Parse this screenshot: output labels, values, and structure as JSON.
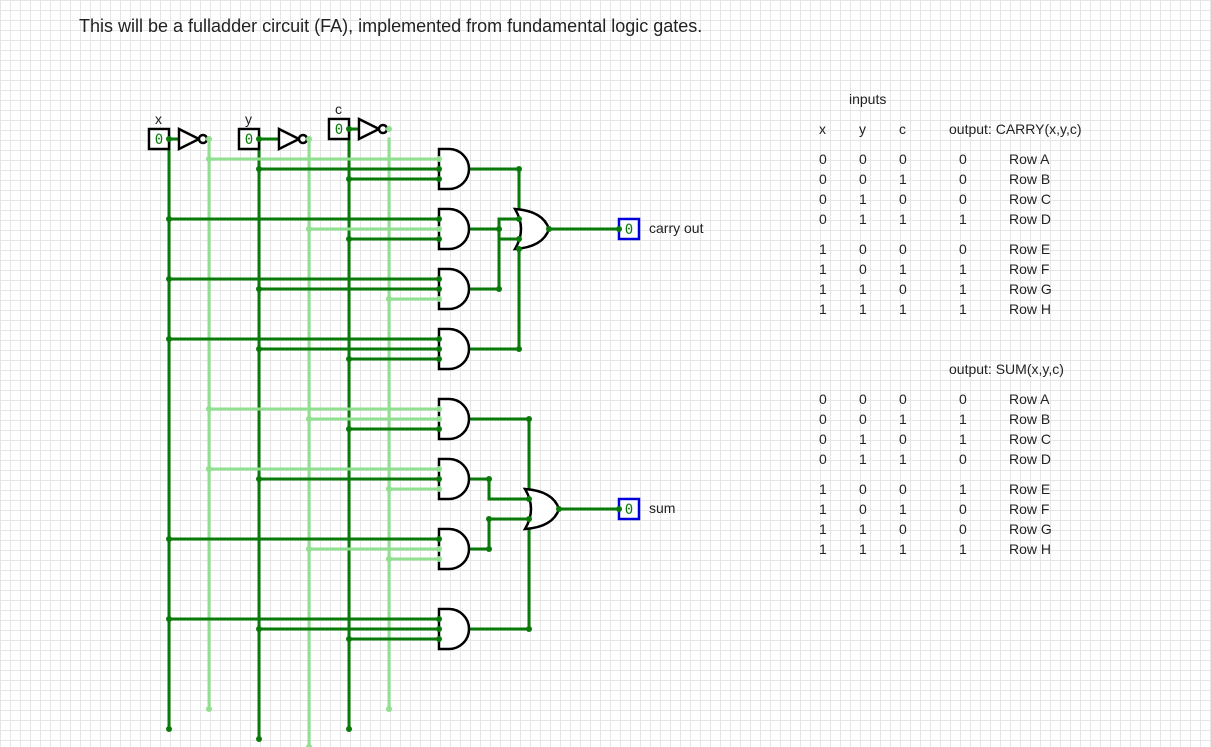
{
  "heading": "This will be a fulladder circuit (FA), implemented from fundamental logic gates.",
  "colors": {
    "wire_on": "#0a7a0a",
    "wire_off": "#90e090",
    "gate": "#000000",
    "output_box": "#0000dd"
  },
  "inputs": [
    {
      "name": "x",
      "value": "0"
    },
    {
      "name": "y",
      "value": "0"
    },
    {
      "name": "c",
      "value": "0"
    }
  ],
  "outputs": {
    "carry": {
      "label": "carry out",
      "value": "0"
    },
    "sum": {
      "label": "sum",
      "value": "0"
    }
  },
  "truth_table": {
    "inputs_header": "inputs",
    "col_x": "x",
    "col_y": "y",
    "col_c": "c",
    "carry_header": "output: CARRY(x,y,c)",
    "sum_header": "output: SUM(x,y,c)",
    "carry_rows": [
      {
        "x": "0",
        "y": "0",
        "c": "0",
        "out": "0",
        "label": "Row A"
      },
      {
        "x": "0",
        "y": "0",
        "c": "1",
        "out": "0",
        "label": "Row B"
      },
      {
        "x": "0",
        "y": "1",
        "c": "0",
        "out": "0",
        "label": "Row C"
      },
      {
        "x": "0",
        "y": "1",
        "c": "1",
        "out": "1",
        "label": "Row D"
      },
      {
        "x": "1",
        "y": "0",
        "c": "0",
        "out": "0",
        "label": "Row E"
      },
      {
        "x": "1",
        "y": "0",
        "c": "1",
        "out": "1",
        "label": "Row F"
      },
      {
        "x": "1",
        "y": "1",
        "c": "0",
        "out": "1",
        "label": "Row G"
      },
      {
        "x": "1",
        "y": "1",
        "c": "1",
        "out": "1",
        "label": "Row H"
      }
    ],
    "sum_rows": [
      {
        "x": "0",
        "y": "0",
        "c": "0",
        "out": "0",
        "label": "Row A"
      },
      {
        "x": "0",
        "y": "0",
        "c": "1",
        "out": "1",
        "label": "Row B"
      },
      {
        "x": "0",
        "y": "1",
        "c": "0",
        "out": "1",
        "label": "Row C"
      },
      {
        "x": "0",
        "y": "1",
        "c": "1",
        "out": "0",
        "label": "Row D"
      },
      {
        "x": "1",
        "y": "0",
        "c": "0",
        "out": "1",
        "label": "Row E"
      },
      {
        "x": "1",
        "y": "0",
        "c": "1",
        "out": "0",
        "label": "Row F"
      },
      {
        "x": "1",
        "y": "1",
        "c": "0",
        "out": "0",
        "label": "Row G"
      },
      {
        "x": "1",
        "y": "1",
        "c": "1",
        "out": "1",
        "label": "Row H"
      }
    ]
  }
}
